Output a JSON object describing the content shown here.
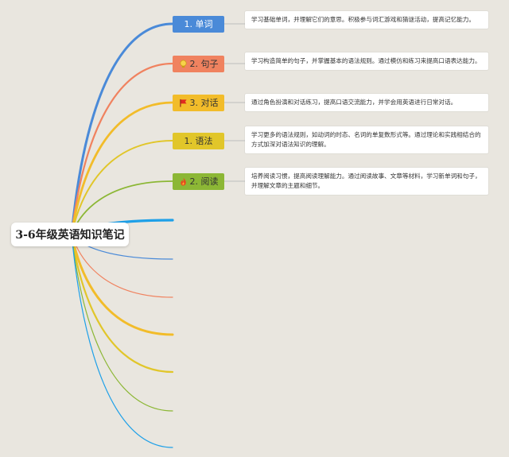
{
  "root": {
    "title": "3-6年级英语知识笔记"
  },
  "branches": [
    {
      "id": "word",
      "label": "1. 单词",
      "icon": "",
      "color": "#4a8ad8",
      "text_color": "#ffffff",
      "description": "学习基础单词，并理解它们的意思。积极参与词汇游戏和猜谜活动，提高记忆能力。"
    },
    {
      "id": "sentence",
      "label": "2. 句子",
      "icon": "lightbulb-icon",
      "color": "#f0825f",
      "text_color": "#333333",
      "description": "学习构造简单的句子，并掌握基本的语法规则。通过模仿和练习来提高口语表达能力。"
    },
    {
      "id": "dialog",
      "label": "3. 对话",
      "icon": "flag-icon",
      "color": "#f2bc2a",
      "text_color": "#333333",
      "description": "通过角色扮演和对话练习，提高口语交流能力，并学会用英语进行日常对话。"
    },
    {
      "id": "grammar",
      "label": "1. 语法",
      "icon": "",
      "color": "#e1c62a",
      "text_color": "#333333",
      "description": "学习更多的语法规则，如动词的时态、名词的单复数形式等。通过理论和实践相结合的方式加深对语法知识的理解。"
    },
    {
      "id": "reading",
      "label": "2. 阅读",
      "icon": "fire-icon",
      "color": "#8cb735",
      "text_color": "#333333",
      "description": "培养阅读习惯，提高阅读理解能力。通过阅读故事、文章等材料，学习新单词和句子，并理解文章的主题和细节。"
    }
  ],
  "lower_branches": [
    {
      "color": "#1ea0e8"
    },
    {
      "color": "#4a8ad8"
    },
    {
      "color": "#f0825f"
    },
    {
      "color": "#f2bc2a"
    },
    {
      "color": "#e1c62a"
    },
    {
      "color": "#8cb735"
    },
    {
      "color": "#1ea0e8"
    }
  ]
}
